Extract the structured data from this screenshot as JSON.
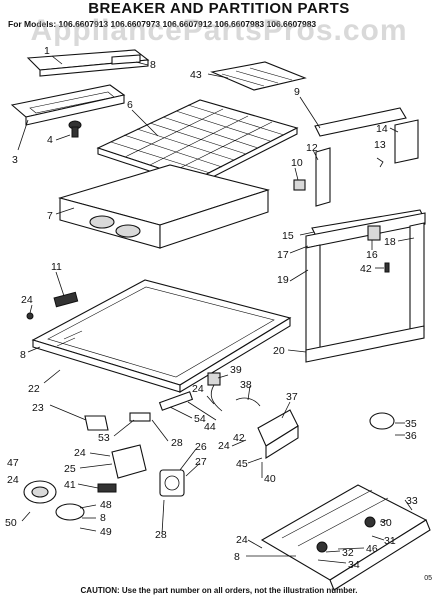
{
  "title": "BREAKER AND PARTITION PARTS",
  "models_line": "For Models: 106.6607913 106.6607973 106.6607912 106.6607983 106.6607983",
  "watermark": "AppliancePartsPros.com",
  "caution": "CAUTION: Use the part number on all orders, not the illustration number.",
  "corner_mark": "05",
  "callouts": [
    "1",
    "8",
    "43",
    "9",
    "3",
    "4",
    "6",
    "14",
    "12",
    "13",
    "10",
    "7",
    "15",
    "16",
    "18",
    "11",
    "17",
    "42",
    "19",
    "24",
    "8",
    "22",
    "20",
    "39",
    "24",
    "38",
    "44",
    "37",
    "23",
    "54",
    "53",
    "28",
    "24",
    "26",
    "42",
    "45",
    "27",
    "40",
    "24",
    "25",
    "47",
    "41",
    "24",
    "48",
    "8",
    "49",
    "50",
    "28",
    "35",
    "36",
    "33",
    "30",
    "31",
    "24",
    "46",
    "32",
    "8",
    "34"
  ]
}
